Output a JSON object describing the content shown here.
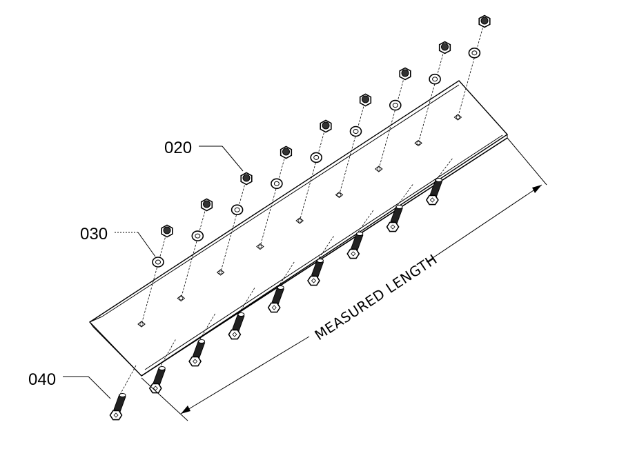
{
  "callouts": {
    "nut": "020",
    "washer": "030",
    "bolt": "040"
  },
  "dimension": {
    "label": "MEASURED LENGTH"
  },
  "bolt_count": 9
}
